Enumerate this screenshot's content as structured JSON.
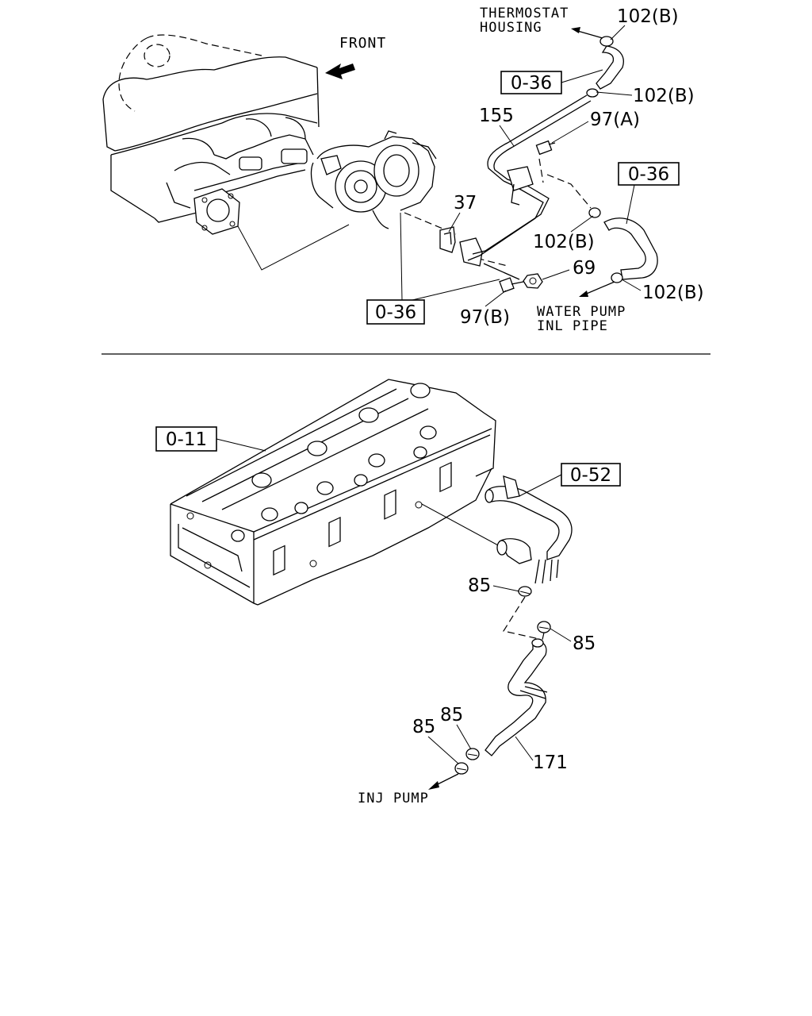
{
  "diagram": {
    "top": {
      "front_label": "FRONT",
      "thermostat_label": [
        "THERMOSTAT",
        "HOUSING"
      ],
      "water_pump_label": [
        "WATER PUMP",
        "INL PIPE"
      ],
      "refs": {
        "ref_036_a": "0-36",
        "ref_036_b": "0-36",
        "ref_036_c": "0-36"
      },
      "callouts": {
        "c102b_1": "102(B)",
        "c102b_2": "102(B)",
        "c102b_3": "102(B)",
        "c102b_4": "102(B)",
        "c155": "155",
        "c97a": "97(A)",
        "c37": "37",
        "c69": "69",
        "c97b": "97(B)"
      }
    },
    "bottom": {
      "inj_pump_label": "INJ PUMP",
      "refs": {
        "ref_011": "0-11",
        "ref_052": "0-52"
      },
      "callouts": {
        "c85_1": "85",
        "c85_2": "85",
        "c85_3": "85",
        "c85_4": "85",
        "c171": "171"
      }
    }
  }
}
